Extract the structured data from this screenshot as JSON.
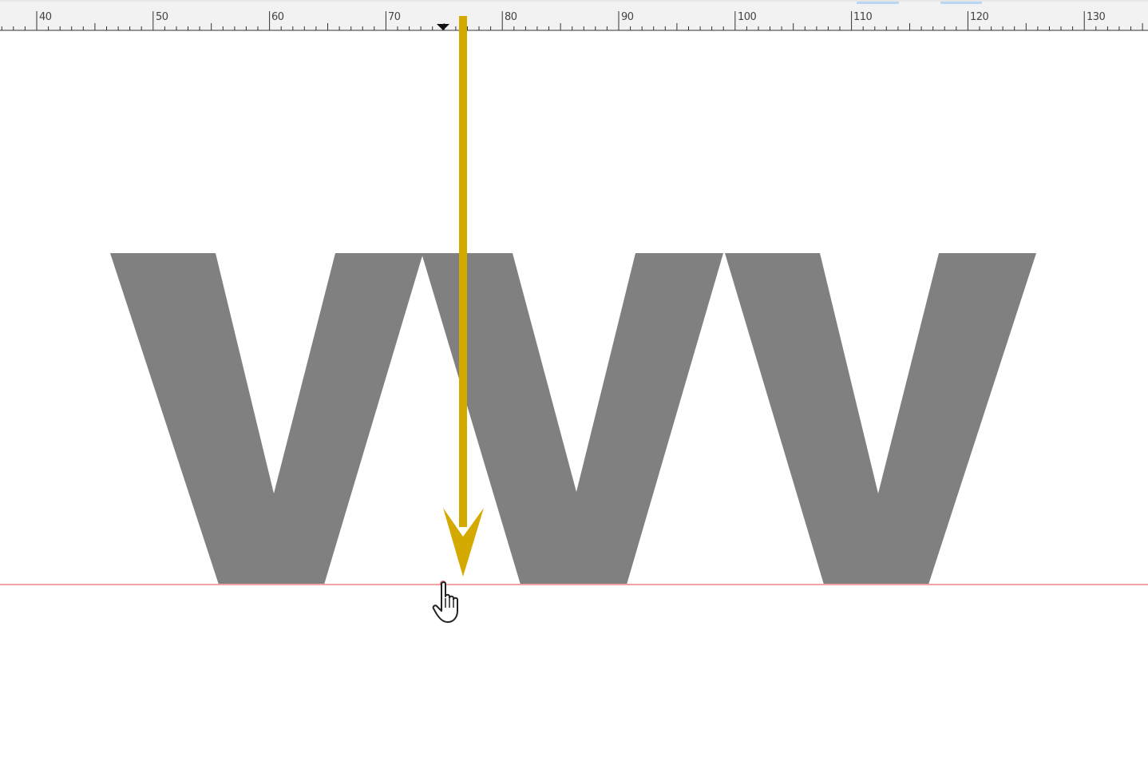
{
  "ruler": {
    "labels": [
      "40",
      "50",
      "60",
      "70",
      "80",
      "90",
      "100",
      "110",
      "120",
      "130"
    ]
  },
  "glyph_text": "VVV",
  "colors": {
    "glyph_fill": "#808080",
    "baseline": "#f3a2a8",
    "annotation_arrow": "#d4aa00",
    "ruler_bg": "#f2f2f2",
    "ruler_highlight": "#b8d6f2"
  },
  "icons": {
    "indent_marker": "triangle-down-icon",
    "cursor": "hand-pointer-icon"
  }
}
